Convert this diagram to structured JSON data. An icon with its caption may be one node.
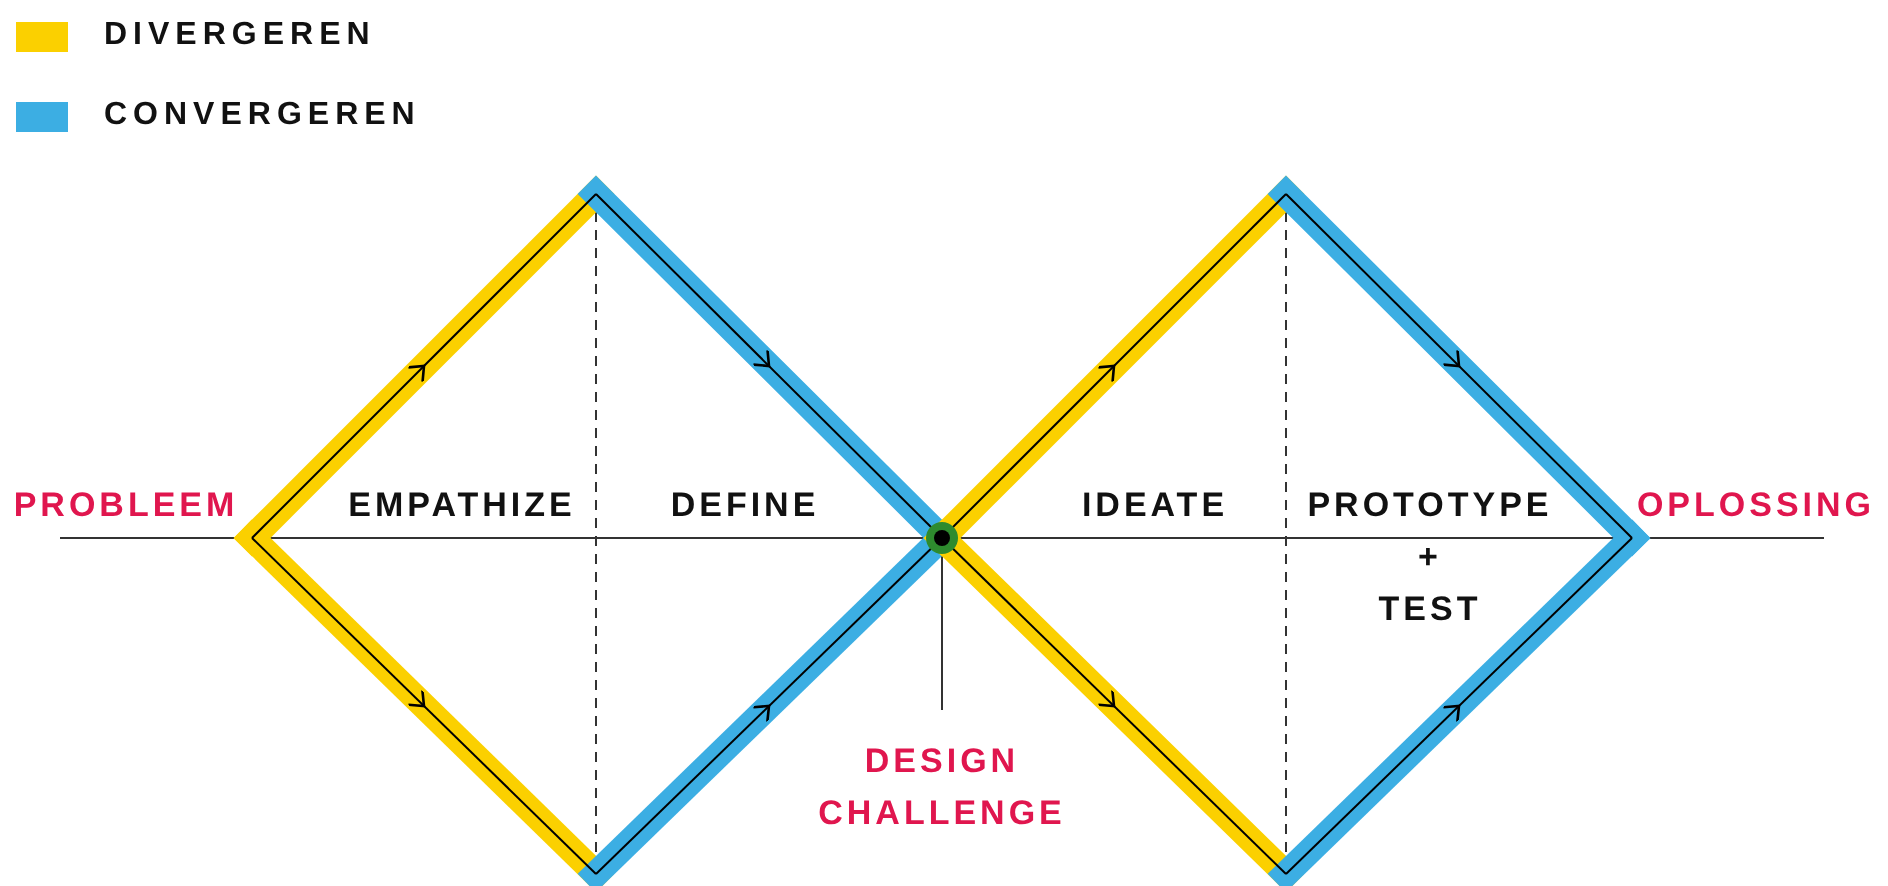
{
  "diagram": {
    "labels": [
      "PROBLEEM",
      "EMPATHIZE",
      "DEFINE",
      "IDEATE",
      "PROTOTYPE + TEST",
      "OPLOSSING",
      "DESIGN CHALLENGE"
    ],
    "legend": [
      {
        "text": "DIVERGEREN",
        "color": "#fbd000"
      },
      {
        "text": "CONVERGEREN",
        "color": "#3caee3"
      }
    ]
  }
}
